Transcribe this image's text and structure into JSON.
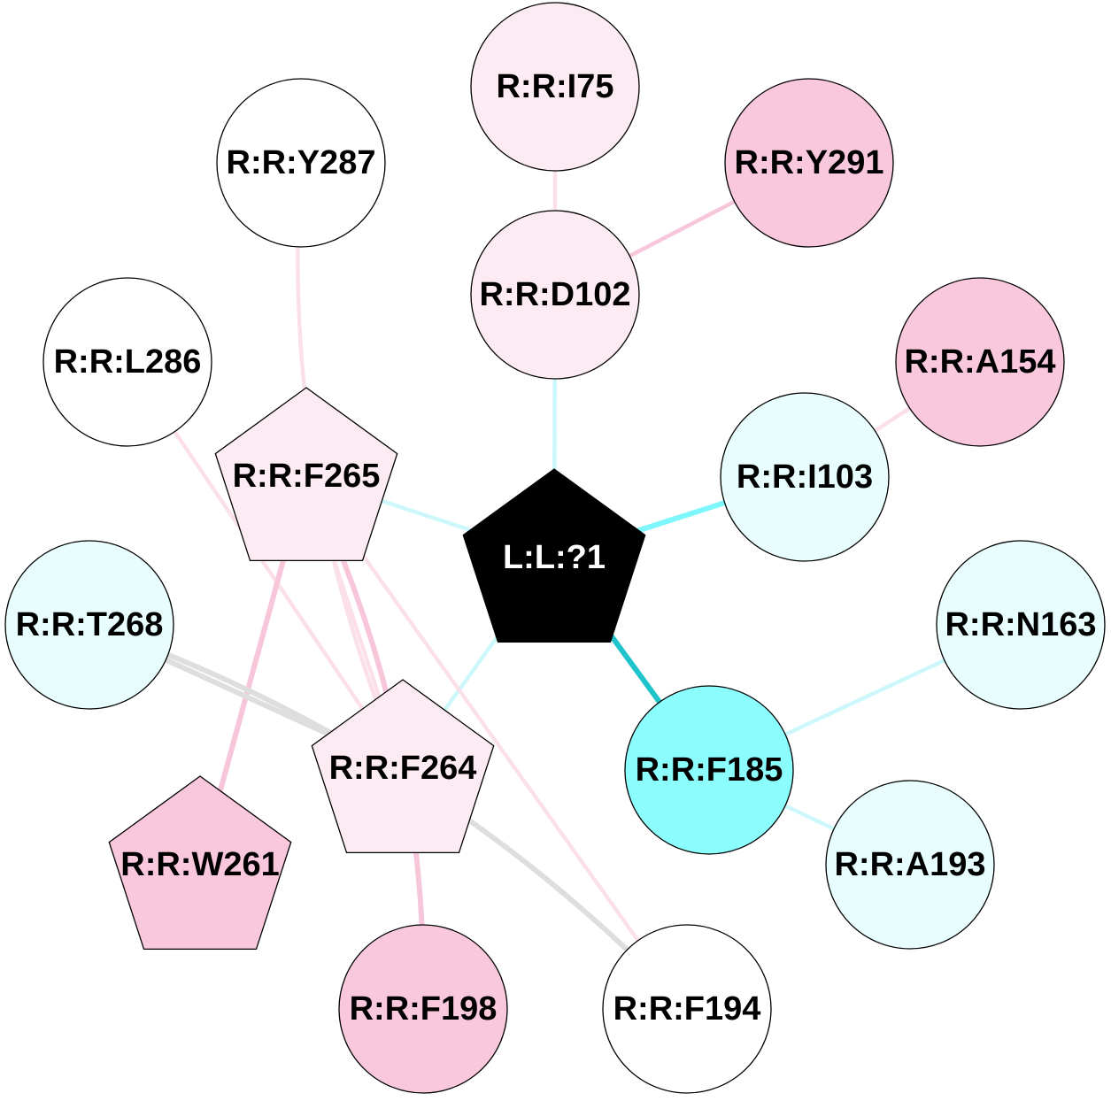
{
  "colors": {
    "pink_light": "#fcebf3",
    "pink": "#f9c8dc",
    "pink_edge": "#f7c6da",
    "pink_edge_light": "#fbe0ea",
    "cyan_light": "#e8fdfd",
    "cyan": "#8cfdfd",
    "cyan_edge": "#7df7fb",
    "cyan_edge_light": "#ccf8fb",
    "teal_edge": "#1ec4ca",
    "gray_edge": "#dedede",
    "white": "#ffffff",
    "black": "#000000"
  },
  "nodes": [
    {
      "id": "ligand",
      "label": "L:L:?1",
      "shape": "pentagon",
      "fill": "#000000",
      "text": "#ffffff"
    },
    {
      "id": "I75",
      "label": "R:R:I75",
      "shape": "circle",
      "fill": "#fcebf3",
      "text": "#000000"
    },
    {
      "id": "Y287",
      "label": "R:R:Y287",
      "shape": "circle",
      "fill": "#ffffff",
      "text": "#000000"
    },
    {
      "id": "Y291",
      "label": "R:R:Y291",
      "shape": "circle",
      "fill": "#f9c8dc",
      "text": "#000000"
    },
    {
      "id": "D102",
      "label": "R:R:D102",
      "shape": "circle",
      "fill": "#fcebf3",
      "text": "#000000"
    },
    {
      "id": "L286",
      "label": "R:R:L286",
      "shape": "circle",
      "fill": "#ffffff",
      "text": "#000000"
    },
    {
      "id": "A154",
      "label": "R:R:A154",
      "shape": "circle",
      "fill": "#f9c8dc",
      "text": "#000000"
    },
    {
      "id": "F265",
      "label": "R:R:F265",
      "shape": "pentagon",
      "fill": "#fcebf3",
      "text": "#000000"
    },
    {
      "id": "I103",
      "label": "R:R:I103",
      "shape": "circle",
      "fill": "#e8fdfd",
      "text": "#000000"
    },
    {
      "id": "T268",
      "label": "R:R:T268",
      "shape": "circle",
      "fill": "#e8fdfd",
      "text": "#000000"
    },
    {
      "id": "N163",
      "label": "R:R:N163",
      "shape": "circle",
      "fill": "#e8fdfd",
      "text": "#000000"
    },
    {
      "id": "F264",
      "label": "R:R:F264",
      "shape": "pentagon",
      "fill": "#fcebf3",
      "text": "#000000"
    },
    {
      "id": "F185",
      "label": "R:R:F185",
      "shape": "circle",
      "fill": "#8cfdfd",
      "text": "#000000"
    },
    {
      "id": "W261",
      "label": "R:R:W261",
      "shape": "pentagon",
      "fill": "#f9c8dc",
      "text": "#000000"
    },
    {
      "id": "A193",
      "label": "R:R:A193",
      "shape": "circle",
      "fill": "#e8fdfd",
      "text": "#000000"
    },
    {
      "id": "F198",
      "label": "R:R:F198",
      "shape": "circle",
      "fill": "#f9c8dc",
      "text": "#000000"
    },
    {
      "id": "F194",
      "label": "R:R:F194",
      "shape": "circle",
      "fill": "#ffffff",
      "text": "#000000"
    }
  ],
  "edges": [
    {
      "from": "I75",
      "to": "D102",
      "color": "#fbe0ea",
      "weight": "medium"
    },
    {
      "from": "D102",
      "to": "Y291",
      "color": "#f7c6da",
      "weight": "medium"
    },
    {
      "from": "D102",
      "to": "ligand",
      "color": "#ccf8fb",
      "weight": "medium"
    },
    {
      "from": "A154",
      "to": "I103",
      "color": "#fbe0ea",
      "weight": "medium"
    },
    {
      "from": "I103",
      "to": "ligand",
      "color": "#7df7fb",
      "weight": "heavy"
    },
    {
      "from": "F265",
      "to": "ligand",
      "color": "#ccf8fb",
      "weight": "medium"
    },
    {
      "from": "ligand",
      "to": "F264",
      "color": "#ccf8fb",
      "weight": "medium"
    },
    {
      "from": "ligand",
      "to": "F185",
      "color": "#1ec4ca",
      "weight": "heavy"
    },
    {
      "from": "N163",
      "to": "F185",
      "color": "#ccf8fb",
      "weight": "medium"
    },
    {
      "from": "F185",
      "to": "A193",
      "color": "#ccf8fb",
      "weight": "medium"
    },
    {
      "from": "Y287",
      "to": "F264",
      "color": "#fbe0ea",
      "weight": "medium",
      "curve": "cw"
    },
    {
      "from": "L286",
      "to": "F264",
      "color": "#fbe0ea",
      "weight": "medium"
    },
    {
      "from": "F265",
      "to": "F264",
      "color": "#fbe0ea",
      "weight": "medium"
    },
    {
      "from": "F265",
      "to": "W261",
      "color": "#f7c6da",
      "weight": "heavy"
    },
    {
      "from": "F265",
      "to": "F198",
      "color": "#f7c6da",
      "weight": "heavy",
      "curve": "ccw"
    },
    {
      "from": "F265",
      "to": "F194",
      "color": "#fbe0ea",
      "weight": "medium"
    },
    {
      "from": "T268",
      "to": "F264",
      "color": "#dedede",
      "weight": "heavy"
    },
    {
      "from": "T268",
      "to": "F194",
      "color": "#dedede",
      "weight": "heavy",
      "curve": "ccw"
    }
  ]
}
